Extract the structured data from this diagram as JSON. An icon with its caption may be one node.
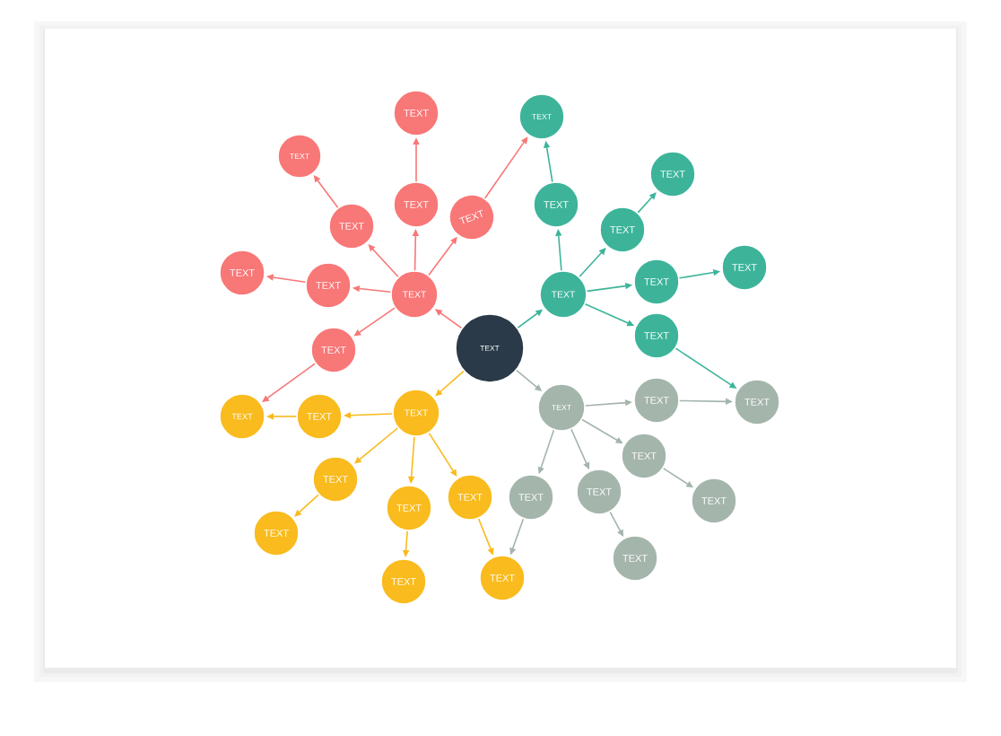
{
  "diagram": {
    "nodes": [
      {
        "text": [
          "TEXT"
        ]
      },
      {
        "text": [
          "TEXT"
        ]
      },
      {
        "text": [
          "TEXT"
        ]
      },
      {
        "text": [
          "TEXT"
        ]
      },
      {
        "text": [
          "TEXT"
        ]
      },
      {
        "text": [
          "TEXT"
        ]
      },
      {
        "text": [
          "TEXT"
        ]
      },
      {
        "text": [
          "TEXT"
        ]
      },
      {
        "text": [
          "TEXT"
        ]
      },
      {
        "text": [
          "TEXT"
        ]
      },
      {
        "text": [
          "TEXT"
        ]
      },
      {
        "text": [
          "TEXT"
        ]
      },
      {
        "text": [
          "TEXT"
        ]
      },
      {
        "text": [
          "TEXT"
        ]
      },
      {
        "text": [
          "TEXT"
        ]
      },
      {
        "text": [
          "TEXT"
        ]
      },
      {
        "text": [
          "TEXT"
        ]
      },
      {
        "text": [
          "TEXT"
        ]
      },
      {
        "text": [
          "TEXT"
        ]
      },
      {
        "text": [
          "TEXT"
        ]
      },
      {
        "text": [
          "TEXT"
        ]
      },
      {
        "text": [
          "TEXT"
        ]
      },
      {
        "text": [
          "TEXT"
        ]
      },
      {
        "text": [
          "TEXT"
        ]
      },
      {
        "text": [
          "TEXT"
        ]
      },
      {
        "text": [
          "TEXT"
        ]
      },
      {
        "text": [
          "TEXT"
        ]
      },
      {
        "text": [
          "TEXT"
        ]
      },
      {
        "text": [
          "TEXT"
        ]
      },
      {
        "text": [
          "TEXT"
        ]
      },
      {
        "text": [
          "TEXT"
        ]
      },
      {
        "text": [
          "TEXT"
        ]
      },
      {
        "text": [
          "TEXT"
        ]
      },
      {
        "text": [
          "TEXT"
        ]
      },
      {
        "text": [
          "TEXT"
        ]
      }
    ],
    "edges": [
      {
        "from": 0,
        "to": 1,
        "arrow": "to"
      },
      {
        "from": 1,
        "to": 3,
        "arrow": "to"
      },
      {
        "from": 3,
        "to": 2,
        "arrow": "to"
      },
      {
        "from": 1,
        "to": 5,
        "arrow": "to"
      },
      {
        "from": 5,
        "to": 4,
        "arrow": "to"
      },
      {
        "from": 1,
        "to": 7,
        "arrow": "to"
      },
      {
        "from": 7,
        "to": 6,
        "arrow": "to"
      },
      {
        "from": 1,
        "to": 8,
        "arrow": "to"
      },
      {
        "from": 8,
        "to": 11,
        "arrow": "to"
      },
      {
        "from": 1,
        "to": 9,
        "arrow": "to"
      },
      {
        "from": 9,
        "to": 20,
        "arrow": "to"
      },
      {
        "from": 0,
        "to": 10,
        "arrow": "to",
        "color": "#3db49a"
      },
      {
        "from": 10,
        "to": 12,
        "arrow": "to",
        "color": "#3db49a"
      },
      {
        "from": 12,
        "to": 11,
        "arrow": "to",
        "color": "#3db49a"
      },
      {
        "from": 10,
        "to": 13,
        "arrow": "to",
        "color": "#3db49a"
      },
      {
        "from": 13,
        "to": 14,
        "arrow": "to",
        "color": "#3db49a"
      },
      {
        "from": 10,
        "to": 15,
        "arrow": "to",
        "color": "#3db49a"
      },
      {
        "from": 15,
        "to": 16,
        "arrow": "to",
        "color": "#3db49a"
      },
      {
        "from": 10,
        "to": 17,
        "arrow": "to",
        "color": "#3db49a"
      },
      {
        "from": 17,
        "to": 30,
        "arrow": "to",
        "color": "#3db49a"
      },
      {
        "from": 0,
        "to": 18,
        "arrow": "to",
        "color": "#f9bb1d"
      },
      {
        "from": 18,
        "to": 19,
        "arrow": "to",
        "color": "#f9bb1d"
      },
      {
        "from": 19,
        "to": 20,
        "arrow": "to",
        "color": "#f9bb1d"
      },
      {
        "from": 18,
        "to": 21,
        "arrow": "to",
        "color": "#f9bb1d"
      },
      {
        "from": 21,
        "to": 22,
        "arrow": "to",
        "color": "#f9bb1d"
      },
      {
        "from": 18,
        "to": 23,
        "arrow": "to",
        "color": "#f9bb1d"
      },
      {
        "from": 23,
        "to": 24,
        "arrow": "to",
        "color": "#f9bb1d"
      },
      {
        "from": 18,
        "to": 25,
        "arrow": "to",
        "color": "#f9bb1d"
      },
      {
        "from": 25,
        "to": 26,
        "arrow": "to",
        "color": "#f9bb1d"
      },
      {
        "from": 0,
        "to": 27,
        "arrow": "to",
        "color": "#a4b5ac"
      },
      {
        "from": 27,
        "to": 28,
        "arrow": "to",
        "color": "#a4b5ac"
      },
      {
        "from": 28,
        "to": 30,
        "arrow": "to",
        "color": "#a4b5ac"
      },
      {
        "from": 27,
        "to": 29,
        "arrow": "to",
        "color": "#a4b5ac"
      },
      {
        "from": 29,
        "to": 31,
        "arrow": "to",
        "color": "#a4b5ac"
      },
      {
        "from": 27,
        "to": 32,
        "arrow": "to",
        "color": "#a4b5ac"
      },
      {
        "from": 32,
        "to": 26,
        "arrow": "to",
        "color": "#a4b5ac"
      },
      {
        "from": 27,
        "to": 33,
        "arrow": "to",
        "color": "#a4b5ac"
      },
      {
        "from": 33,
        "to": 34,
        "arrow": "to",
        "color": "#a4b5ac"
      }
    ]
  }
}
